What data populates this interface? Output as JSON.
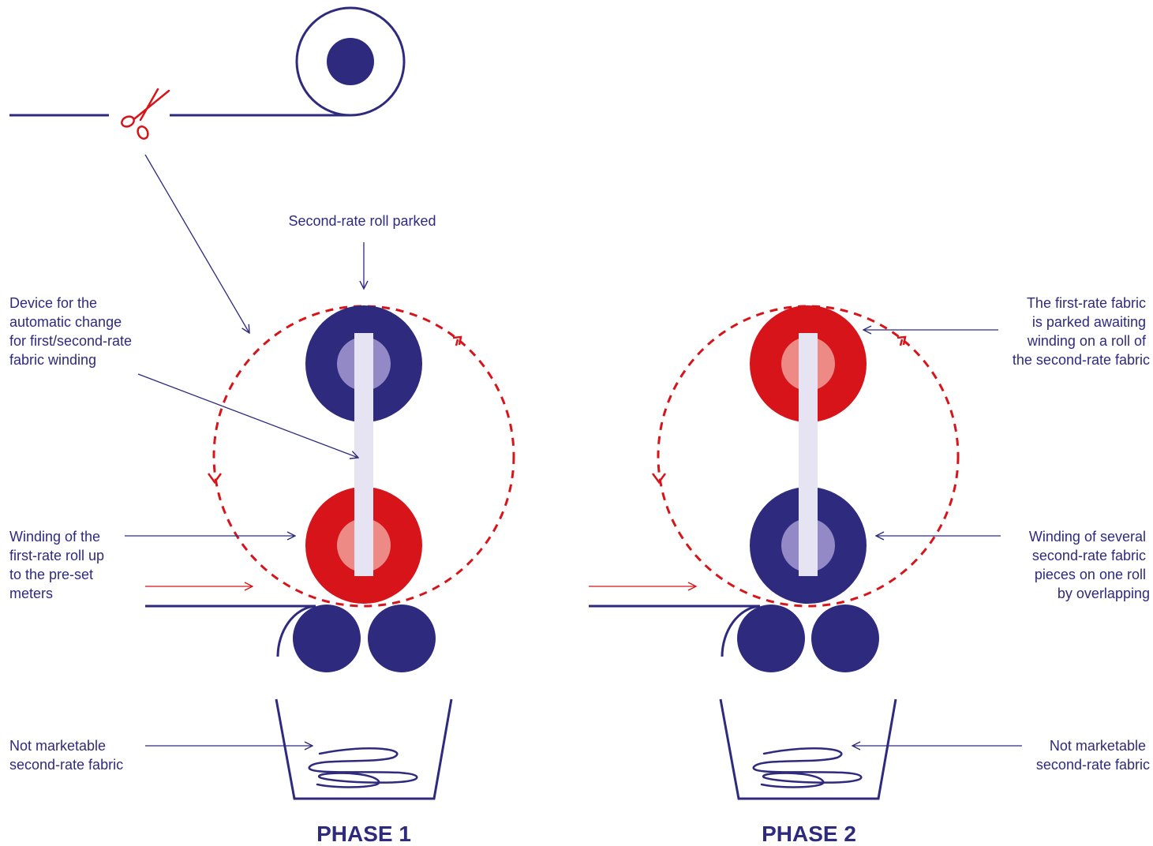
{
  "colors": {
    "navy": "#2e2a7e",
    "red": "#d7141a",
    "light_navy": "#9289c6",
    "light_red": "#ee8a86",
    "bar": "#e6e4f3"
  },
  "icons": {
    "cutter": "scissors-icon"
  },
  "labels": {
    "second_rate_parked": "Second-rate roll parked",
    "device": [
      "Device for the",
      "automatic change",
      "for first/second-rate",
      "fabric winding"
    ],
    "winding_first": [
      "Winding of the",
      "first-rate roll up",
      "to the pre-set",
      "meters"
    ],
    "not_marketable_left": [
      "Not marketable",
      "second-rate fabric"
    ],
    "first_rate_parked": [
      "The first-rate fabric",
      "is parked awaiting",
      "winding on a roll of",
      "the second-rate fabric"
    ],
    "winding_several": [
      "Winding of several",
      "second-rate fabric",
      "pieces on one roll",
      "by overlapping"
    ],
    "not_marketable_right": [
      "Not marketable",
      "second-rate fabric"
    ]
  },
  "phases": {
    "phase1": "PHASE 1",
    "phase2": "PHASE 2"
  }
}
